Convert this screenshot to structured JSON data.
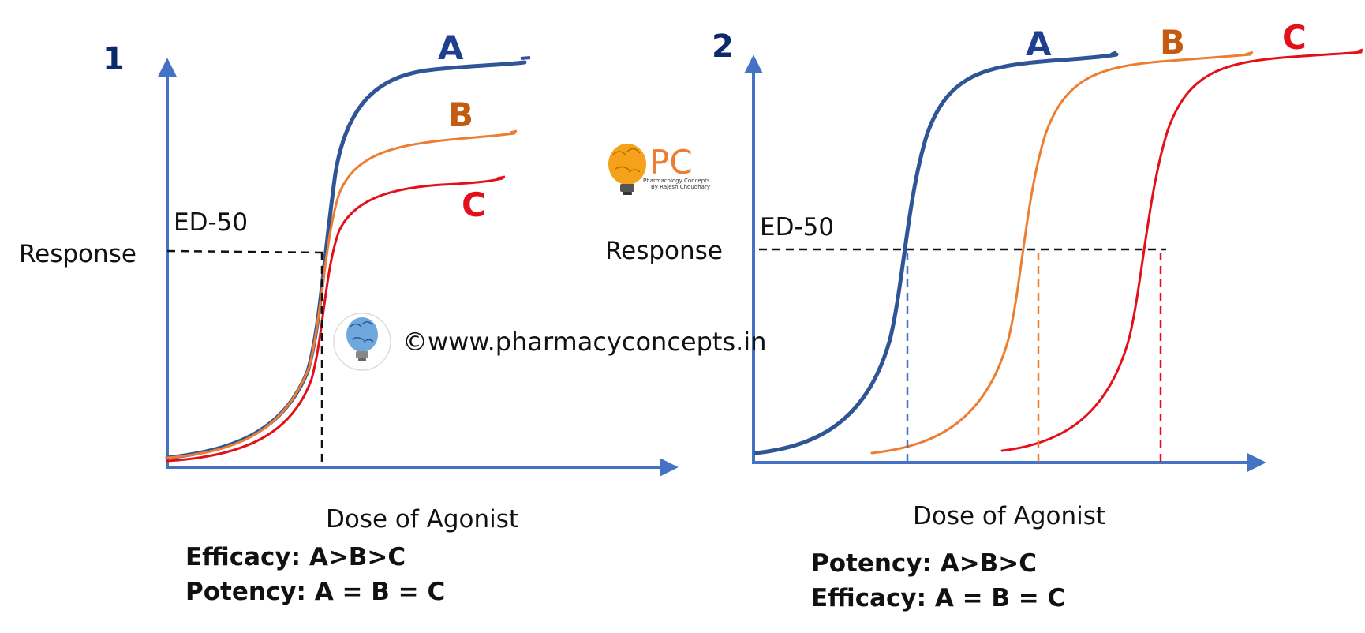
{
  "colors": {
    "axis": "#4472C4",
    "A": "#2F5597",
    "B": "#ED7D31",
    "C": "#E3101A",
    "labelA": "#1F3F8F",
    "labelB": "#C55A11",
    "labelC": "#E3101A",
    "panelNumber": "#0B2A6B",
    "dashed": "#111111"
  },
  "icons": [
    "brain-bulb-logo-icon"
  ],
  "panel1": {
    "number": "1",
    "ylabel": "Response",
    "xlabel": "Dose of Agonist",
    "ed50_label": "ED-50",
    "curve_labels": [
      "A",
      "B",
      "C"
    ],
    "notes": [
      "Efficacy: A>B>C",
      "Potency: A = B = C"
    ]
  },
  "panel2": {
    "number": "2",
    "ylabel": "Response",
    "xlabel": "Dose of Agonist",
    "ed50_label": "ED-50",
    "curve_labels": [
      "A",
      "B",
      "C"
    ],
    "notes": [
      "Potency: A>B>C",
      "Efficacy: A = B = C"
    ]
  },
  "logo": {
    "letters": "PC",
    "line1": "Pharmacology Concepts",
    "line2": "By Rajesh Choudhary"
  },
  "watermark": "©www.pharmacyconcepts.in"
}
